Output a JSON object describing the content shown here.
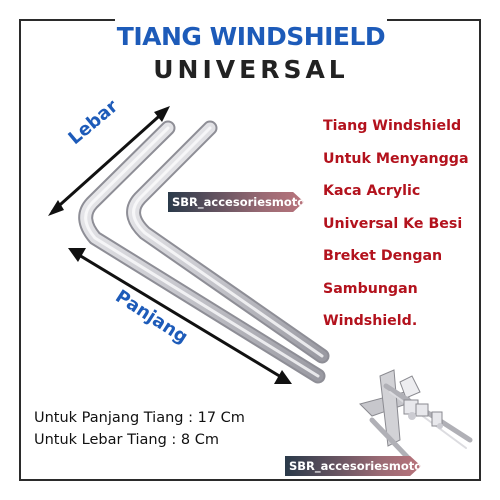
{
  "title": {
    "line1": "TIANG WINDSHIELD",
    "line2": "UNIVERSAL"
  },
  "description": [
    "Tiang Windshield",
    "Untuk Menyangga",
    "Kaca Acrylic",
    "Universal Ke Besi",
    "Breket Dengan",
    "Sambungan",
    "Windshield."
  ],
  "dimensions": {
    "lebar": "Lebar",
    "panjang": "Panjang"
  },
  "specs": {
    "panjang": "Untuk Panjang Tiang : 17 Cm",
    "lebar": "Untuk Lebar Tiang : 8 Cm"
  },
  "watermark": "SBR_accesoriesmotor",
  "colors": {
    "title_blue": "#1d5bb9",
    "description_red": "#b3121d",
    "border": "#2b2b2b"
  }
}
